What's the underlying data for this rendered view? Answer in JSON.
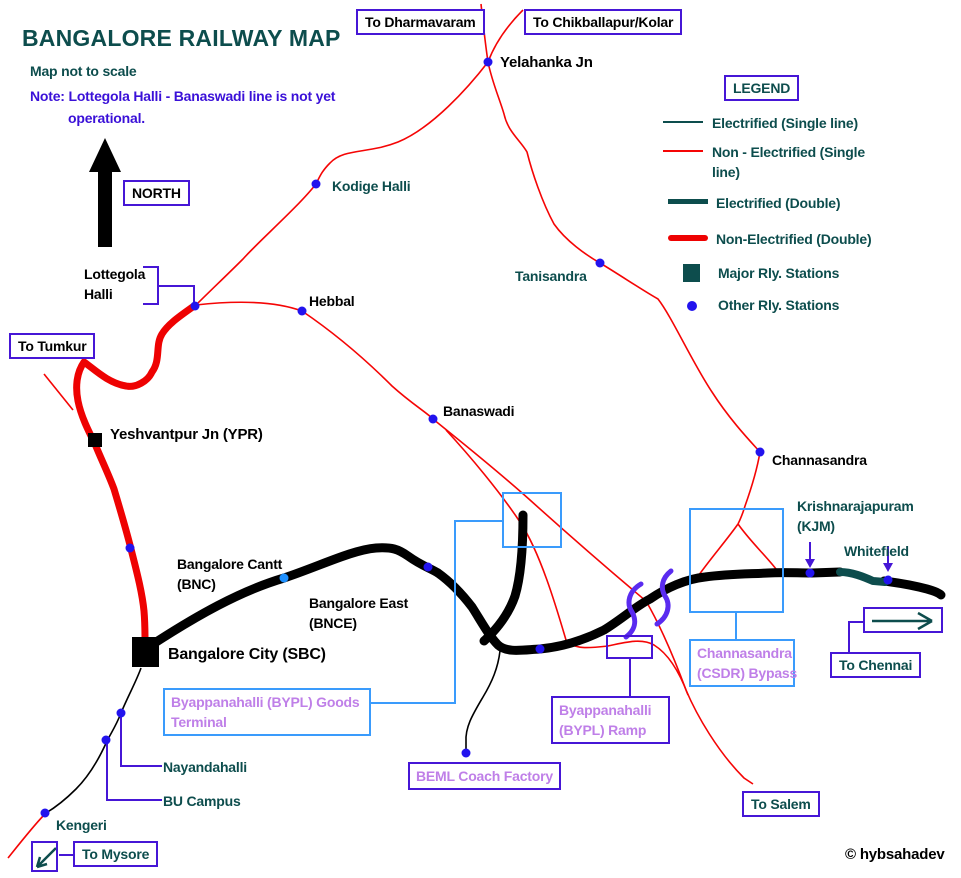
{
  "colors": {
    "dark_teal": "#0d4d4d",
    "note_blue": "#3a10d8",
    "purple": "#4616d6",
    "bright_purple": "#5a2bf0",
    "red": "#f50505",
    "thick_red": "#ee0202",
    "dot_blue": "#2213ee",
    "cantt_dot": "#1e90ff",
    "light_purple": "#bf7fe8",
    "light_blue": "#3a9bfc",
    "black": "#000000"
  },
  "header": {
    "title": "BANGALORE RAILWAY MAP",
    "subtitle": "Map not to scale",
    "note_line1": "Note: Lottegola Halli - Banaswadi line is not yet",
    "note_line2": "operational.",
    "north_label": "NORTH"
  },
  "legend": {
    "title": "LEGEND",
    "items": [
      {
        "swatch": "electrified-single-line",
        "label": "Electrified (Single line)"
      },
      {
        "swatch": "non-electrified-single-line",
        "label": "Non - Electrified (Single line)"
      },
      {
        "swatch": "electrified-double-line",
        "label": "Electrified (Double)"
      },
      {
        "swatch": "non-electrified-double-line",
        "label": "Non-Electrified (Double)"
      },
      {
        "swatch": "major-station-square",
        "label": "Major Rly. Stations"
      },
      {
        "swatch": "other-station-dot",
        "label": "Other Rly. Stations"
      }
    ]
  },
  "direction_labels": {
    "dharmavaram": "To Dharmavaram",
    "chikballapur": "To Chikballapur/Kolar",
    "tumkur": "To Tumkur",
    "mysore": "To Mysore",
    "chennai": "To Chennai",
    "salem": "To Salem"
  },
  "stations": {
    "yelahanka": "Yelahanka Jn",
    "kodige_halli": "Kodige Halli",
    "lottegola_line1": "Lottegola",
    "lottegola_line2": "Halli",
    "hebbal": "Hebbal",
    "tanisandra": "Tanisandra",
    "banaswadi": "Banaswadi",
    "yeshvantpur": "Yeshvantpur Jn (YPR)",
    "channasandra": "Channasandra",
    "krishnarajapuram_line1": "Krishnarajapuram",
    "krishnarajapuram_line2": "(KJM)",
    "whitefield": "Whitefield",
    "bangalore_cantt_line1": "Bangalore Cantt",
    "bangalore_cantt_line2": "(BNC)",
    "bangalore_east_line1": "Bangalore East",
    "bangalore_east_line2": "(BNCE)",
    "bangalore_city": "Bangalore City (SBC)",
    "nayandahalli": "Nayandahalli",
    "bu_campus": "BU Campus",
    "kengeri": "Kengeri"
  },
  "callouts": {
    "goods_terminal_line1": "Byappanahalli (BYPL) Goods",
    "goods_terminal_line2": "Terminal",
    "beml": "BEML Coach Factory",
    "ramp_line1": "Byappanahalli",
    "ramp_line2": "(BYPL) Ramp",
    "bypass_line1": "Channasandra",
    "bypass_line2": "(CSDR) Bypass"
  },
  "credit": "© hybsahadev"
}
